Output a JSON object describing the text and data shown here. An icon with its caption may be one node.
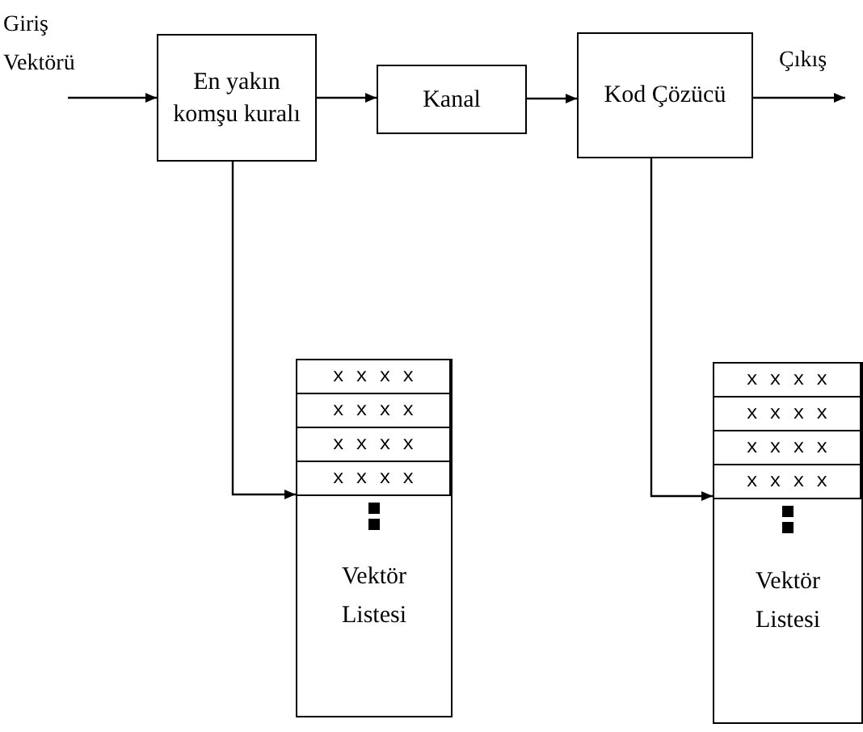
{
  "diagram": {
    "nodes": [
      {
        "text": [
          "En yakın komşu kuralı"
        ]
      },
      {
        "text": [
          "Kanal"
        ]
      },
      {
        "text": [
          "Kod Çözücü"
        ]
      },
      {
        "text": [
          "Vektör Listesi"
        ]
      },
      {
        "text": [
          "x x x x"
        ],
        "in": 3
      },
      {
        "text": [
          "x x x x"
        ],
        "in": 3
      },
      {
        "text": [
          "x x x x"
        ],
        "in": 3
      },
      {
        "text": [
          "x x x x"
        ],
        "in": 3
      },
      {
        "text": [
          "Vektör Listesi"
        ]
      },
      {
        "text": [
          "x x x x"
        ],
        "in": 8
      },
      {
        "text": [
          "x x x x"
        ],
        "in": 8
      },
      {
        "text": [
          "x x x x"
        ],
        "in": 8
      },
      {
        "text": [
          "x x x x"
        ],
        "in": 8
      }
    ],
    "edges": [
      {
        "from": null,
        "to": 0,
        "arrow": "to",
        "label": "Giriş Vektörü"
      },
      {
        "from": 0,
        "to": 1,
        "arrow": "to"
      },
      {
        "from": 1,
        "to": 2,
        "arrow": "to"
      },
      {
        "from": 2,
        "to": null,
        "arrow": "to",
        "label": "Çıkış"
      },
      {
        "from": 0,
        "to": 3,
        "arrow": "to"
      },
      {
        "from": 2,
        "to": 8,
        "arrow": "to"
      }
    ]
  }
}
